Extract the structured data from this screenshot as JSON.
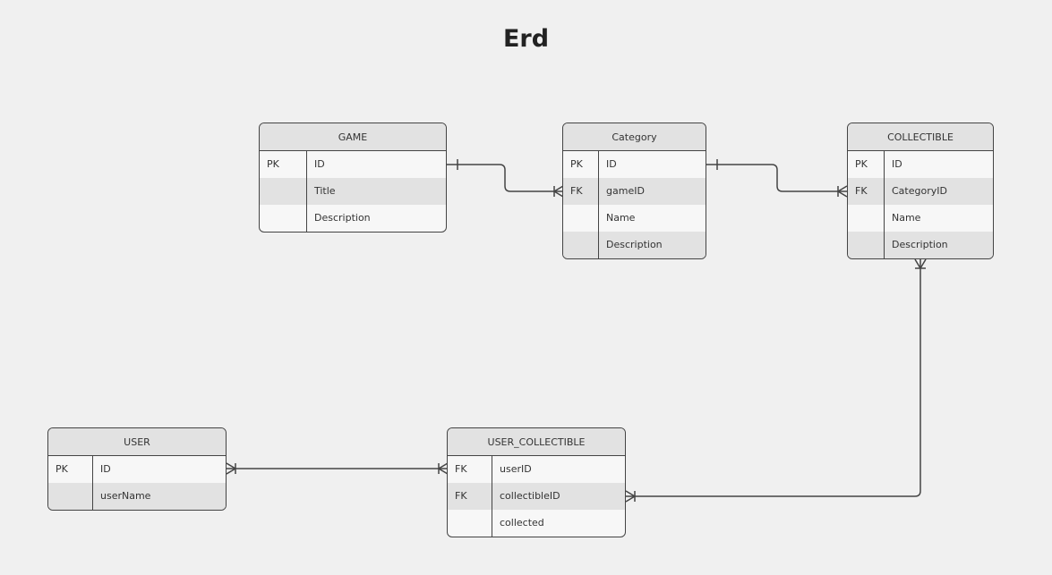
{
  "title": "Erd",
  "entities": {
    "game": {
      "name": "GAME",
      "rows": [
        {
          "key": "PK",
          "field": "ID"
        },
        {
          "key": "",
          "field": "Title"
        },
        {
          "key": "",
          "field": "Description"
        }
      ]
    },
    "category": {
      "name": "Category",
      "rows": [
        {
          "key": "PK",
          "field": "ID"
        },
        {
          "key": "FK",
          "field": "gameID"
        },
        {
          "key": "",
          "field": "Name"
        },
        {
          "key": "",
          "field": "Description"
        }
      ]
    },
    "collectible": {
      "name": "COLLECTIBLE",
      "rows": [
        {
          "key": "PK",
          "field": "ID"
        },
        {
          "key": "FK",
          "field": "CategoryID"
        },
        {
          "key": "",
          "field": "Name"
        },
        {
          "key": "",
          "field": "Description"
        }
      ]
    },
    "user": {
      "name": "USER",
      "rows": [
        {
          "key": "PK",
          "field": "ID"
        },
        {
          "key": "",
          "field": "userName"
        }
      ]
    },
    "user_collectible": {
      "name": "USER_COLLECTIBLE",
      "rows": [
        {
          "key": "FK",
          "field": "userID"
        },
        {
          "key": "FK",
          "field": "collectibleID"
        },
        {
          "key": "",
          "field": "collected"
        }
      ]
    }
  },
  "relationships": [
    {
      "from": "game.ID",
      "to": "category.gameID",
      "from_end": "one",
      "to_end": "many"
    },
    {
      "from": "category.ID",
      "to": "collectible.CategoryID",
      "from_end": "one",
      "to_end": "many"
    },
    {
      "from": "user.ID",
      "to": "user_collectible.userID",
      "from_end": "one-or-many",
      "to_end": "one-or-many"
    },
    {
      "from": "collectible",
      "to": "user_collectible.collectibleID",
      "from_end": "one-or-many",
      "to_end": "one-or-many"
    }
  ]
}
